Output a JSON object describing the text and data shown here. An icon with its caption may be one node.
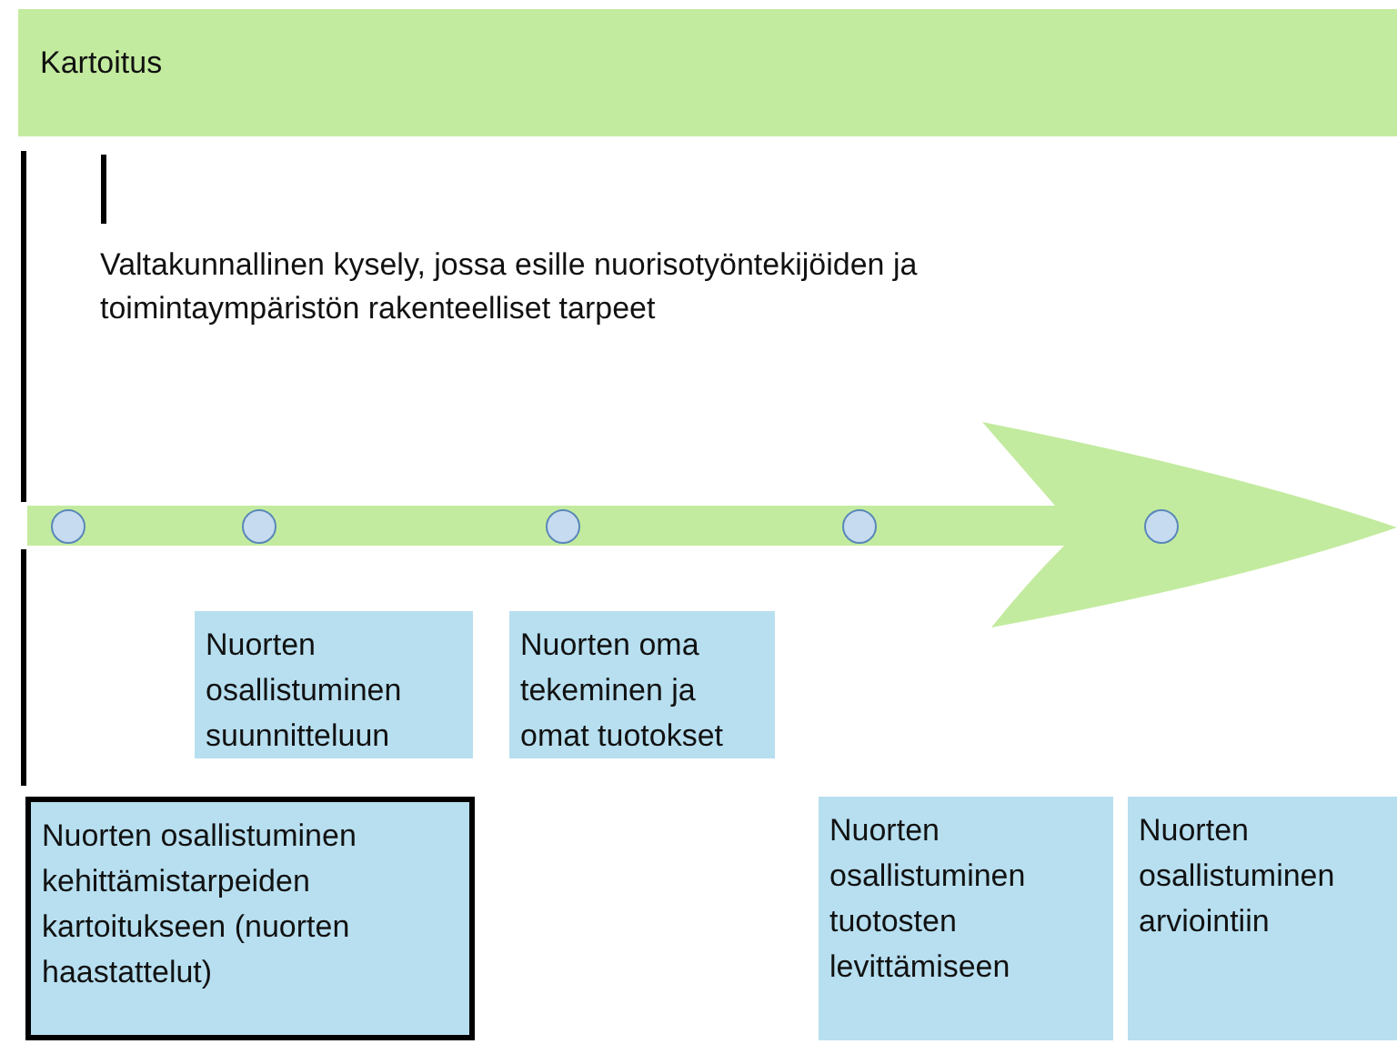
{
  "diagram": {
    "nodes": [
      {
        "text": [
          "Kartoitus"
        ]
      },
      {
        "text": [],
        "shape": "circle"
      },
      {
        "text": [],
        "shape": "circle"
      },
      {
        "text": [],
        "shape": "circle"
      },
      {
        "text": [],
        "shape": "circle"
      },
      {
        "text": [],
        "shape": "circle"
      },
      {
        "text": [
          "Nuorten osallistuminen suunnitteluun"
        ]
      },
      {
        "text": [
          "Nuorten oma tekeminen ja omat tuotokset"
        ]
      },
      {
        "text": [
          "Nuorten osallistuminen kehittämistarpeiden kartoitukseen (nuorten haastattelut)"
        ]
      },
      {
        "text": [
          "Nuorten osallistuminen tuotosten levittämiseen"
        ]
      },
      {
        "text": [
          "Nuorten osallistuminen arviointiin"
        ]
      }
    ],
    "edges": [],
    "labels": [
      "Valtakunnallinen kysely, jossa esille nuorisotyöntekijöiden ja toimintaympäristön rakenteelliset tarpeet"
    ]
  }
}
